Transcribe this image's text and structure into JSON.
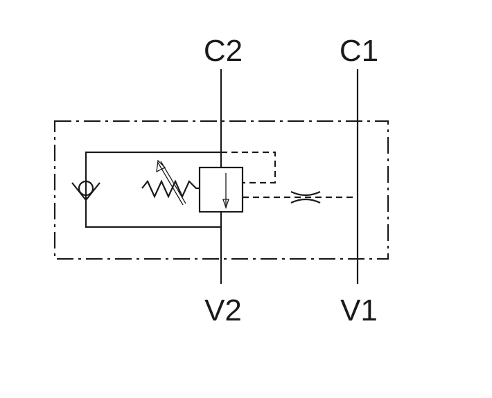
{
  "ports": {
    "c2": "C2",
    "c1": "C1",
    "v2": "V2",
    "v1": "V1"
  },
  "colors": {
    "line": "#1a1a1a",
    "background": "#ffffff"
  }
}
